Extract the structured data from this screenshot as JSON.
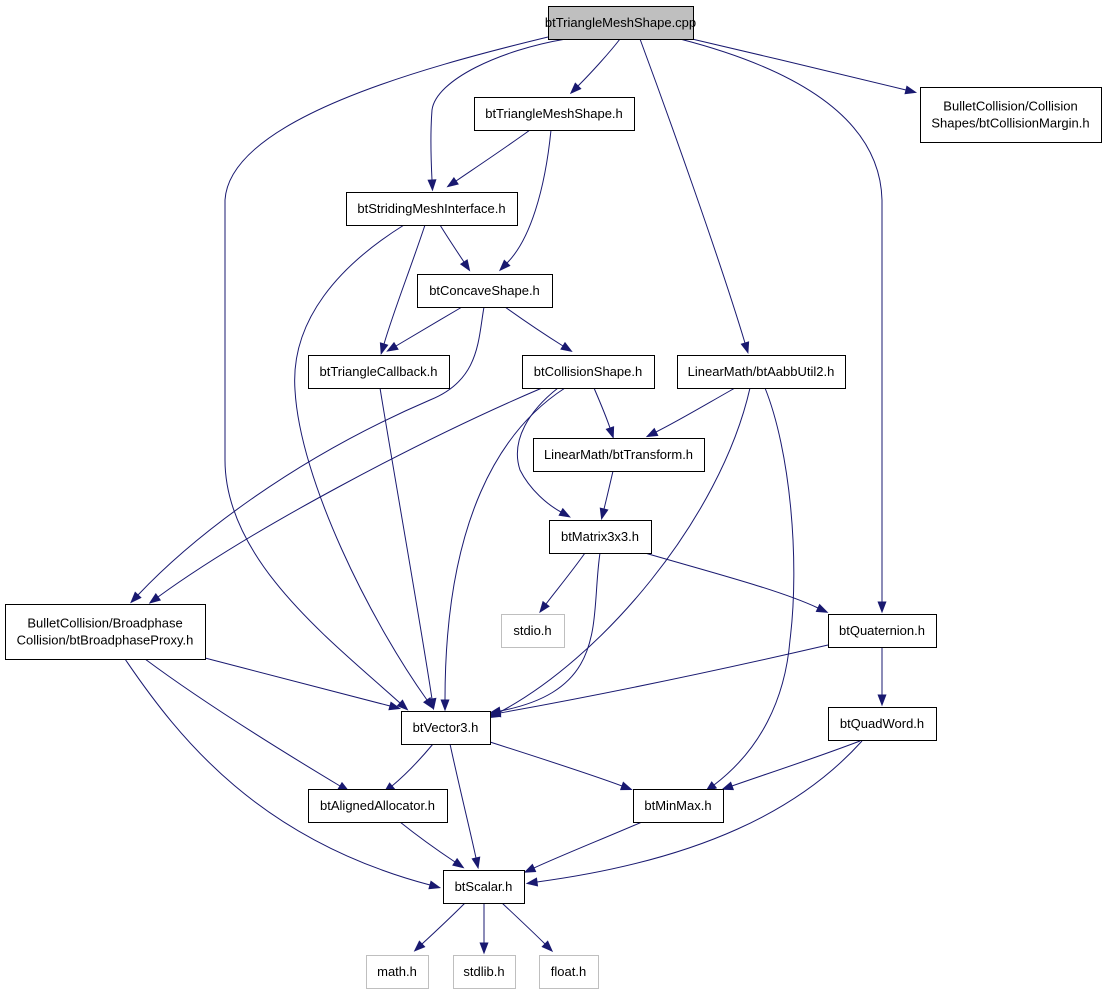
{
  "diagram": {
    "type": "include-dependency-graph",
    "colors": {
      "edge": "#191970",
      "root_fill": "#bfbfbf",
      "node_border": "#000000",
      "external_border": "#bfbfbf",
      "background": "#ffffff"
    },
    "nodes": {
      "root": {
        "lines": [
          "btTriangleMeshShape.cpp"
        ],
        "kind": "root"
      },
      "tmsh": {
        "lines": [
          "btTriangleMeshShape.h"
        ],
        "kind": "normal"
      },
      "margin": {
        "lines": [
          "BulletCollision/Collision",
          "Shapes/btCollisionMargin.h"
        ],
        "kind": "normal"
      },
      "smi": {
        "lines": [
          "btStridingMeshInterface.h"
        ],
        "kind": "normal"
      },
      "concave": {
        "lines": [
          "btConcaveShape.h"
        ],
        "kind": "normal"
      },
      "tricb": {
        "lines": [
          "btTriangleCallback.h"
        ],
        "kind": "normal"
      },
      "colshape": {
        "lines": [
          "btCollisionShape.h"
        ],
        "kind": "normal"
      },
      "aabb": {
        "lines": [
          "LinearMath/btAabbUtil2.h"
        ],
        "kind": "normal"
      },
      "transform": {
        "lines": [
          "LinearMath/btTransform.h"
        ],
        "kind": "normal"
      },
      "matrix": {
        "lines": [
          "btMatrix3x3.h"
        ],
        "kind": "normal"
      },
      "stdio": {
        "lines": [
          "stdio.h"
        ],
        "kind": "external"
      },
      "proxy": {
        "lines": [
          "BulletCollision/Broadphase",
          "Collision/btBroadphaseProxy.h"
        ],
        "kind": "normal"
      },
      "quat": {
        "lines": [
          "btQuaternion.h"
        ],
        "kind": "normal"
      },
      "vector": {
        "lines": [
          "btVector3.h"
        ],
        "kind": "normal"
      },
      "quadword": {
        "lines": [
          "btQuadWord.h"
        ],
        "kind": "normal"
      },
      "alloc": {
        "lines": [
          "btAlignedAllocator.h"
        ],
        "kind": "normal"
      },
      "minmax": {
        "lines": [
          "btMinMax.h"
        ],
        "kind": "normal"
      },
      "scalar": {
        "lines": [
          "btScalar.h"
        ],
        "kind": "normal"
      },
      "math": {
        "lines": [
          "math.h"
        ],
        "kind": "external"
      },
      "stdlib": {
        "lines": [
          "stdlib.h"
        ],
        "kind": "external"
      },
      "float": {
        "lines": [
          "float.h"
        ],
        "kind": "external"
      }
    },
    "edges": [
      [
        "root",
        "tmsh"
      ],
      [
        "root",
        "margin"
      ],
      [
        "root",
        "smi"
      ],
      [
        "root",
        "vector"
      ],
      [
        "root",
        "aabb"
      ],
      [
        "root",
        "quat"
      ],
      [
        "tmsh",
        "smi"
      ],
      [
        "tmsh",
        "concave"
      ],
      [
        "smi",
        "concave"
      ],
      [
        "smi",
        "tricb"
      ],
      [
        "smi",
        "vector"
      ],
      [
        "concave",
        "tricb"
      ],
      [
        "concave",
        "colshape"
      ],
      [
        "concave",
        "proxy"
      ],
      [
        "tricb",
        "vector"
      ],
      [
        "colshape",
        "proxy"
      ],
      [
        "colshape",
        "transform"
      ],
      [
        "colshape",
        "matrix"
      ],
      [
        "colshape",
        "vector"
      ],
      [
        "aabb",
        "transform"
      ],
      [
        "aabb",
        "vector"
      ],
      [
        "aabb",
        "minmax"
      ],
      [
        "transform",
        "matrix"
      ],
      [
        "matrix",
        "stdio"
      ],
      [
        "matrix",
        "vector"
      ],
      [
        "matrix",
        "quat"
      ],
      [
        "proxy",
        "vector"
      ],
      [
        "proxy",
        "alloc"
      ],
      [
        "proxy",
        "scalar"
      ],
      [
        "quat",
        "vector"
      ],
      [
        "quat",
        "quadword"
      ],
      [
        "vector",
        "alloc"
      ],
      [
        "vector",
        "scalar"
      ],
      [
        "vector",
        "minmax"
      ],
      [
        "quadword",
        "minmax"
      ],
      [
        "quadword",
        "scalar"
      ],
      [
        "alloc",
        "scalar"
      ],
      [
        "minmax",
        "scalar"
      ],
      [
        "scalar",
        "math"
      ],
      [
        "scalar",
        "stdlib"
      ],
      [
        "scalar",
        "float"
      ]
    ]
  }
}
